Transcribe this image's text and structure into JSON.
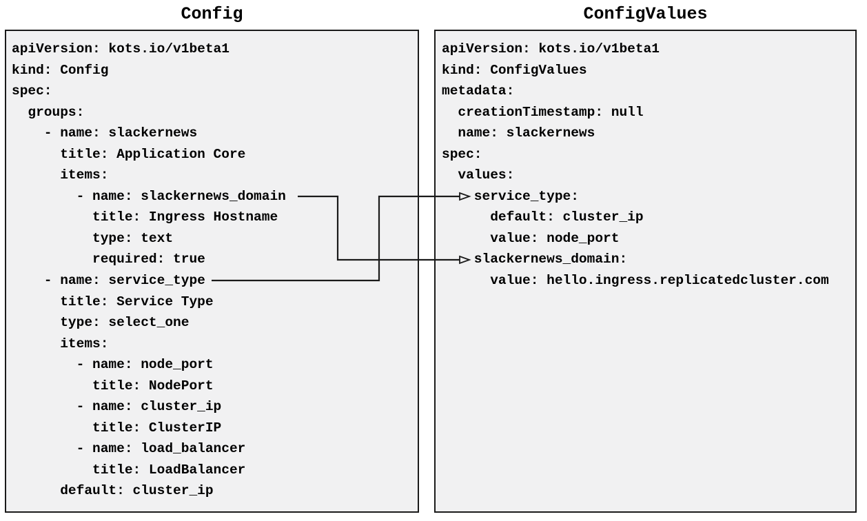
{
  "colors": {
    "page_background": "#ffffff",
    "panel_background": "#f1f1f2",
    "panel_border": "#1a1a1a",
    "text": "#000000",
    "arrow": "#1a1a1a"
  },
  "panels": {
    "config": {
      "title": "Config",
      "code": "apiVersion: kots.io/v1beta1\nkind: Config\nspec:\n  groups:\n    - name: slackernews\n      title: Application Core\n      items:\n        - name: slackernews_domain\n          title: Ingress Hostname\n          type: text\n          required: true\n    - name: service_type\n      title: Service Type\n      type: select_one\n      items:\n        - name: node_port\n          title: NodePort\n        - name: cluster_ip\n          title: ClusterIP\n        - name: load_balancer\n          title: LoadBalancer\n      default: cluster_ip"
    },
    "config_values": {
      "title": "ConfigValues",
      "code": "apiVersion: kots.io/v1beta1\nkind: ConfigValues\nmetadata:\n  creationTimestamp: null\n  name: slackernews\nspec:\n  values:\n    service_type:\n      default: cluster_ip\n      value: node_port\n    slackernews_domain:\n      value: hello.ingress.replicatedcluster.com"
    }
  },
  "connections": [
    {
      "from": "Config item: slackernews_domain",
      "to": "ConfigValues value: slackernews_domain"
    },
    {
      "from": "Config item: service_type",
      "to": "ConfigValues value: service_type"
    }
  ]
}
